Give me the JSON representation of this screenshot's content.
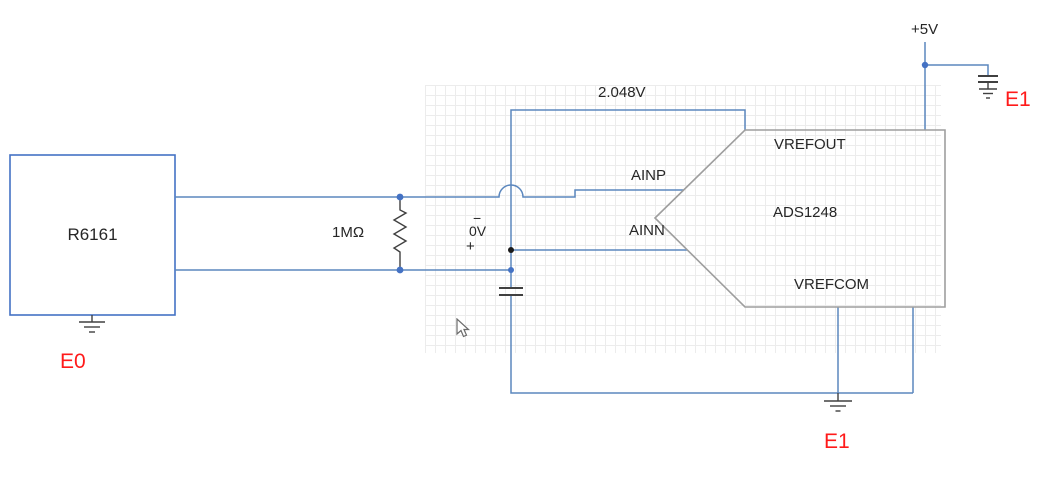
{
  "canvas": {
    "sensor": {
      "label": "R6161",
      "ground_net": "E0"
    },
    "input_network": {
      "resistor_value": "1MΩ",
      "source_minus": "−",
      "source_value": "0V",
      "source_plus": "+"
    },
    "reference": {
      "wire_voltage": "2.048V"
    },
    "adc": {
      "name": "ADS1248",
      "pins": {
        "ainp": "AINP",
        "ainn": "AINN",
        "vrefout": "VREFOUT",
        "vrefcom": "VREFCOM"
      }
    },
    "power": {
      "supply": "+5V",
      "supply_ground_net": "E1"
    },
    "ground": {
      "bottom_net": "E1"
    }
  },
  "colors": {
    "wire_blue": "#5b87be",
    "junction_blue": "#4472c4",
    "junction_black": "#1a1a1a",
    "sensor_border_blue": "#4472c4",
    "chip_border_gray": "#9e9e9e",
    "component_dark": "#404040",
    "label_text": "#262626",
    "net_label_red": "#ff1a1a",
    "grid_gray": "#ececec"
  }
}
